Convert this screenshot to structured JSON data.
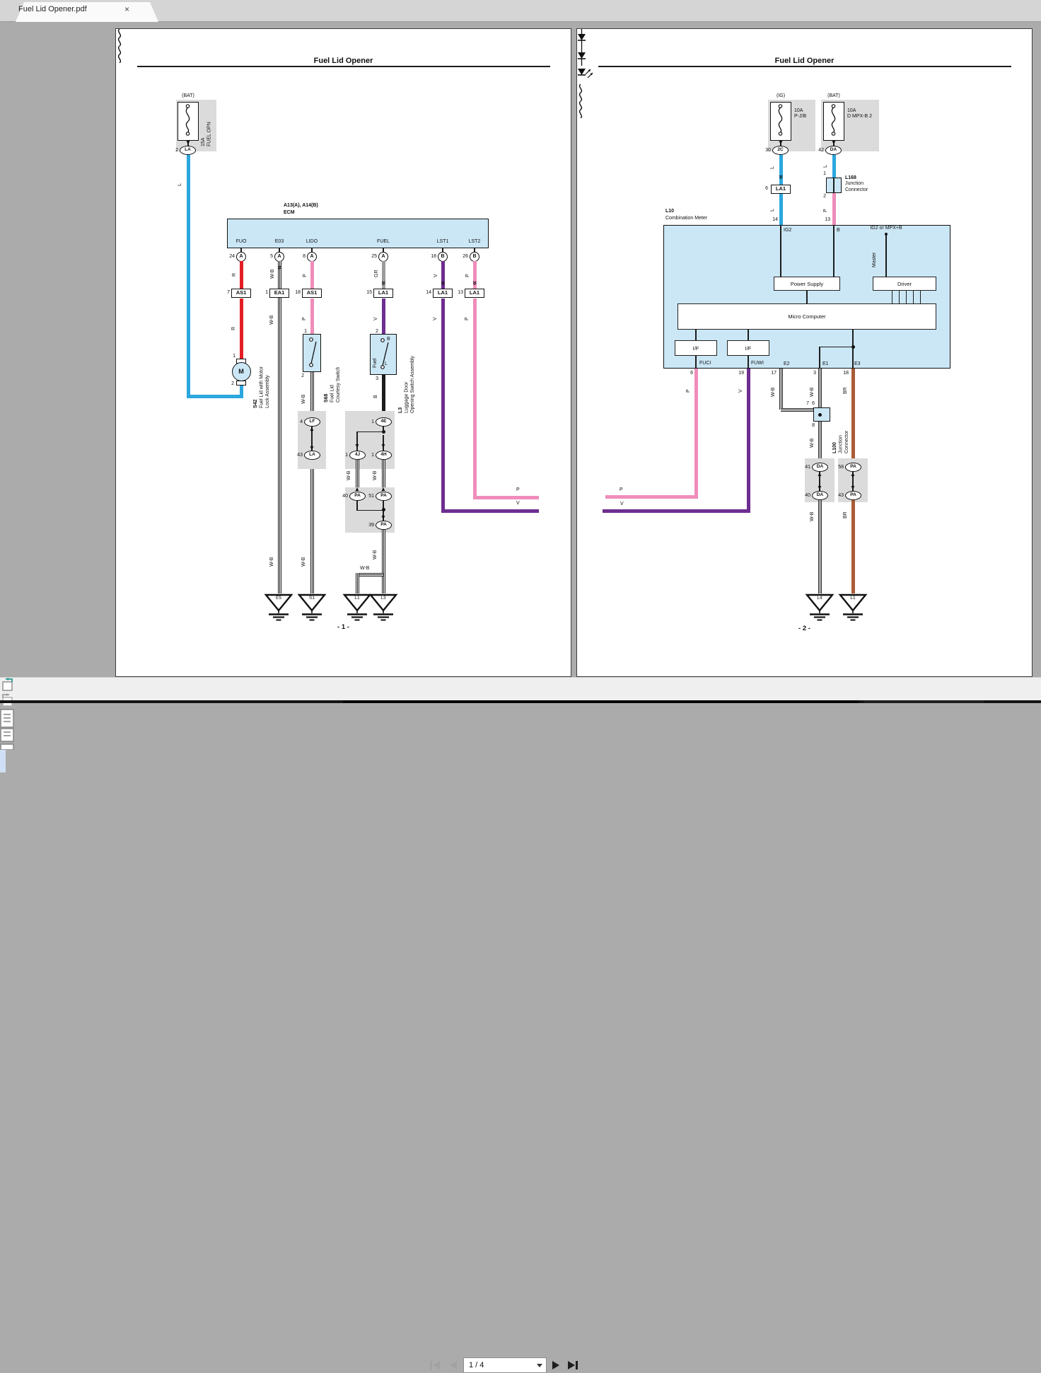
{
  "tab": {
    "title": "Fuel Lid Opener.pdf",
    "close": "×"
  },
  "toolbar": {
    "page": "1 / 4"
  },
  "colors": {
    "wire_cyan": "#2ba7de",
    "wire_red": "#e41e25",
    "wire_pink": "#ef8dbb",
    "wire_gray": "#9b9b9b",
    "wire_violet": "#6e2d90",
    "wire_black": "#1c1c1c",
    "wire_brown": "#a95c38",
    "component_fill": "#cbe7f6",
    "shade_fill": "#dbdbdb"
  },
  "p1": {
    "title": "Fuel Lid Opener",
    "pageNum": "- 1 -",
    "fuse": {
      "src": "(BAT)",
      "l1": "15A",
      "l2": "FUEL OPN",
      "pin": "2",
      "code": "LA"
    },
    "wire": {
      "L": "L",
      "R": "R",
      "WB": "W-B",
      "P": "P",
      "GR": "GR",
      "V": "V",
      "B": "B"
    },
    "ecm": {
      "conn": "A13(A), A14(B)",
      "name": "ECM",
      "pinNames": [
        "FUO",
        "E03",
        "LIDO",
        "FUEL",
        "LST1",
        "LST2"
      ],
      "pinNums": [
        "24",
        "5",
        "8",
        "25",
        "18",
        "26"
      ],
      "pinCircs": [
        "A",
        "A",
        "A",
        "A",
        "B",
        "B"
      ],
      "connNums": [
        "7",
        "1",
        "18",
        "15",
        "14",
        "13"
      ],
      "connCodes": [
        "AS1",
        "EA1",
        "AS1",
        "LA1",
        "LA1",
        "LA1"
      ]
    },
    "motor": {
      "pin1": "1",
      "pin2": "2",
      "sym": "M",
      "code": "S42",
      "d1": "Fuel Lid with Motor",
      "d2": "Lock Assembly"
    },
    "s68": {
      "pin1": "1",
      "pin2": "2",
      "code": "S68",
      "d1": "Fuel Lid",
      "d2": "Courtesy Switch"
    },
    "l3": {
      "pin2": "2",
      "pin3": "3",
      "inner": "Fuel",
      "posTop": "B",
      "posBot": "L",
      "code": "L3",
      "d1": "Luggage Door",
      "d2": "Opening Switch Assembly"
    },
    "ov": {
      "lf": {
        "n": "4",
        "c": "LF"
      },
      "la43": {
        "n": "43",
        "c": "LA"
      },
      "e4": {
        "n": "1",
        "c": "4E"
      },
      "j4": {
        "n": "1",
        "c": "4J"
      },
      "h4": {
        "n": "1",
        "c": "4H"
      },
      "pa40": {
        "n": "40",
        "c": "PA"
      },
      "pa51": {
        "n": "51",
        "c": "PA"
      },
      "pa39": {
        "n": "39",
        "c": "PA"
      }
    },
    "gnd": [
      "E5",
      "S1",
      "L1",
      "L3"
    ],
    "off": {
      "p": "P",
      "v": "V"
    }
  },
  "p2": {
    "title": "Fuel Lid Opener",
    "pageNum": "- 2 -",
    "fuseIg": {
      "src": "(IG)",
      "l1": "10A",
      "l2": "P-J/B",
      "pin": "30",
      "code": "2C"
    },
    "fuseBat": {
      "src": "(BAT)",
      "l1": "10A",
      "l2": "D MPX-B 2",
      "pin": "42",
      "code": "DA"
    },
    "wire": {
      "L": "L",
      "P": "P",
      "V": "V",
      "WB": "W-B",
      "BR": "BR"
    },
    "la1": {
      "n": "6",
      "c": "LA1"
    },
    "l168": {
      "pin1": "1",
      "pin2": "2",
      "code": "L168",
      "d1": "Junction",
      "d2": "Connector"
    },
    "meter": {
      "code": "L10",
      "name": "Combination Meter",
      "pin14": "14",
      "pin13": "13",
      "ig2": "IG2",
      "b": "B",
      "note": "IG2 or MPX+B",
      "master": "Master",
      "ps": "Power Supply",
      "drv": "Driver",
      "mc": "Micro Computer",
      "if1": "I/F",
      "if2": "I/F",
      "fuci": "FUCI",
      "fuwi": "FUWI",
      "e2": "E2",
      "e1": "E1",
      "e3": "E3",
      "n6": "6",
      "n19": "19",
      "n17": "17",
      "n3": "3",
      "n18": "18"
    },
    "l100": {
      "pin7": "7",
      "pin6": "6",
      "pin8": "8",
      "code": "L100",
      "d1": "Junction",
      "d2": "Connector"
    },
    "ov": {
      "da41": {
        "n": "41",
        "c": "DA"
      },
      "da40": {
        "n": "40",
        "c": "DA"
      },
      "pa58": {
        "n": "58",
        "c": "PA"
      },
      "pa43": {
        "n": "43",
        "c": "PA"
      }
    },
    "gnd": [
      "L4",
      "L1"
    ],
    "off": {
      "p": "P",
      "v": "V"
    }
  }
}
